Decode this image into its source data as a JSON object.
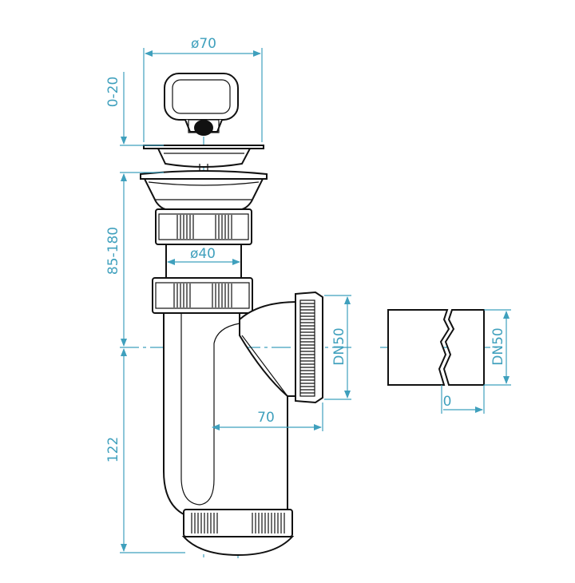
{
  "drawing": {
    "dimensions": {
      "stopper_diameter": "ø70",
      "adjust_range": "0-20",
      "length_range": "85-180",
      "pipe_diameter": "ø40",
      "outlet_size": "DN50",
      "outlet_offset": "70",
      "trap_height": "122",
      "pipe_size": "DN50",
      "pipe_ref": "0"
    },
    "colors": {
      "dimension": "#3fa0bd",
      "outline": "#111111"
    }
  }
}
